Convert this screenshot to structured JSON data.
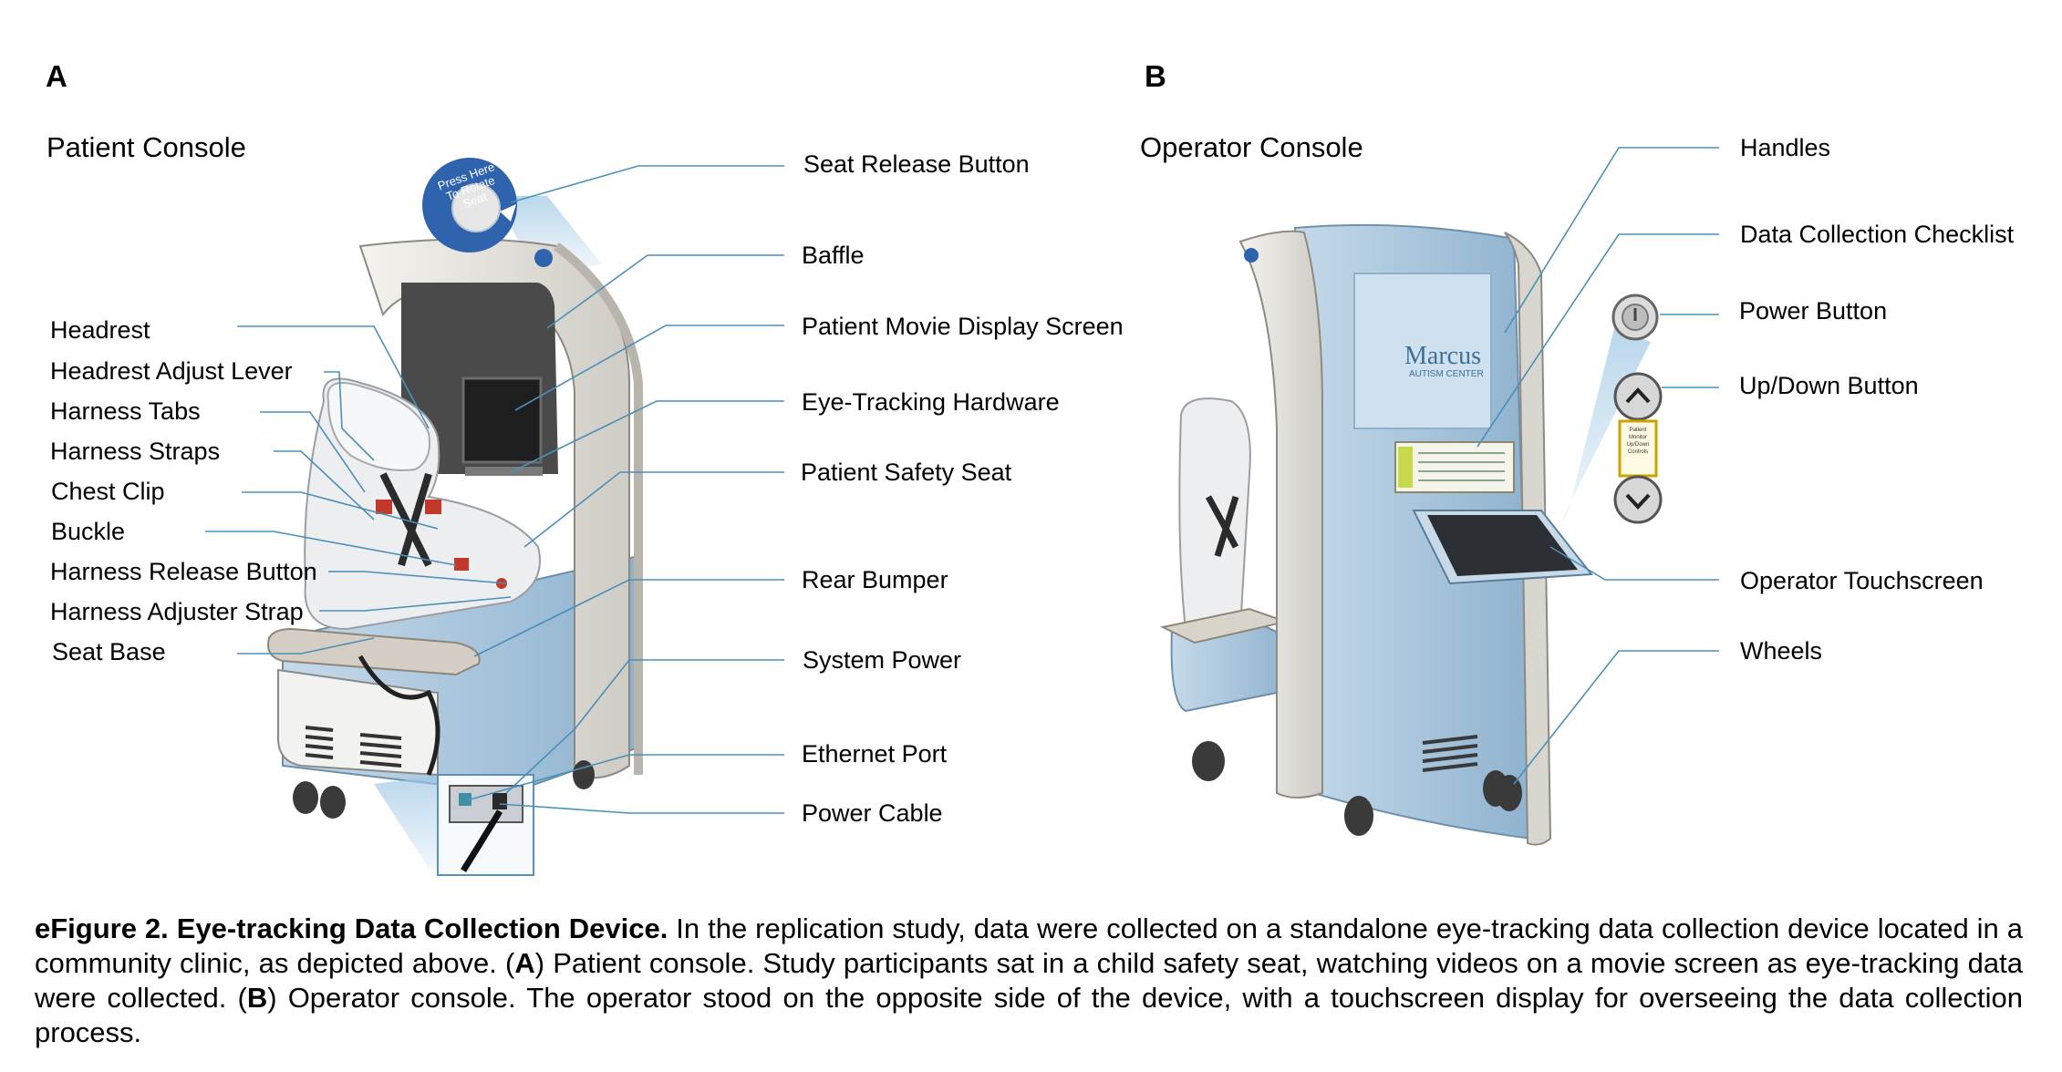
{
  "panel_a": {
    "letter": "A",
    "title": "Patient Console",
    "left_labels": [
      "Headrest",
      "Headrest Adjust Lever",
      "Harness Tabs",
      "Harness Straps",
      "Chest Clip",
      "Buckle",
      "Harness Release Button",
      "Harness Adjuster Strap",
      "Seat Base"
    ],
    "right_labels": [
      "Seat Release Button",
      "Baffle",
      "Patient Movie Display Screen",
      "Eye-Tracking Hardware",
      "Patient Safety Seat",
      "Rear Bumper",
      "System Power",
      "Ethernet Port",
      "Power Cable"
    ],
    "seat_badge": "Press Here To Rotate Seat"
  },
  "panel_b": {
    "letter": "B",
    "title": "Operator Console",
    "right_labels": [
      "Handles",
      "Data Collection Checklist",
      "Power Button",
      "Up/Down Button",
      "Operator Touchscreen",
      "Wheels"
    ],
    "screen_brand": "Marcus",
    "screen_brand_sub": "AUTISM CENTER",
    "controls_tag": "Patient Monitor Up/Down Controls"
  },
  "caption": {
    "label": "eFigure 2.  Eye-tracking Data Collection Device.",
    "text_1": "  In the replication study, data were collected on a standalone eye-tracking  data collection device located in a community clinic, as depicted above.   (",
    "bold_a": "A",
    "text_2": ") Patient console. Study participants sat in a child safety seat, watching videos on  a movie screen as eye-tracking data were collected.   (",
    "bold_b": "B",
    "text_3": ") Operator console. The operator stood on  the opposite side of the device, with a touchscreen display for overseeing the data collection process."
  },
  "colors": {
    "leader": "#4a90b8",
    "console_shell": "#e6e4df",
    "console_blue": "#a9c6dd",
    "screen": "#3b3b3b",
    "seat": "#e9ebed",
    "badge": "#2f63ad"
  }
}
